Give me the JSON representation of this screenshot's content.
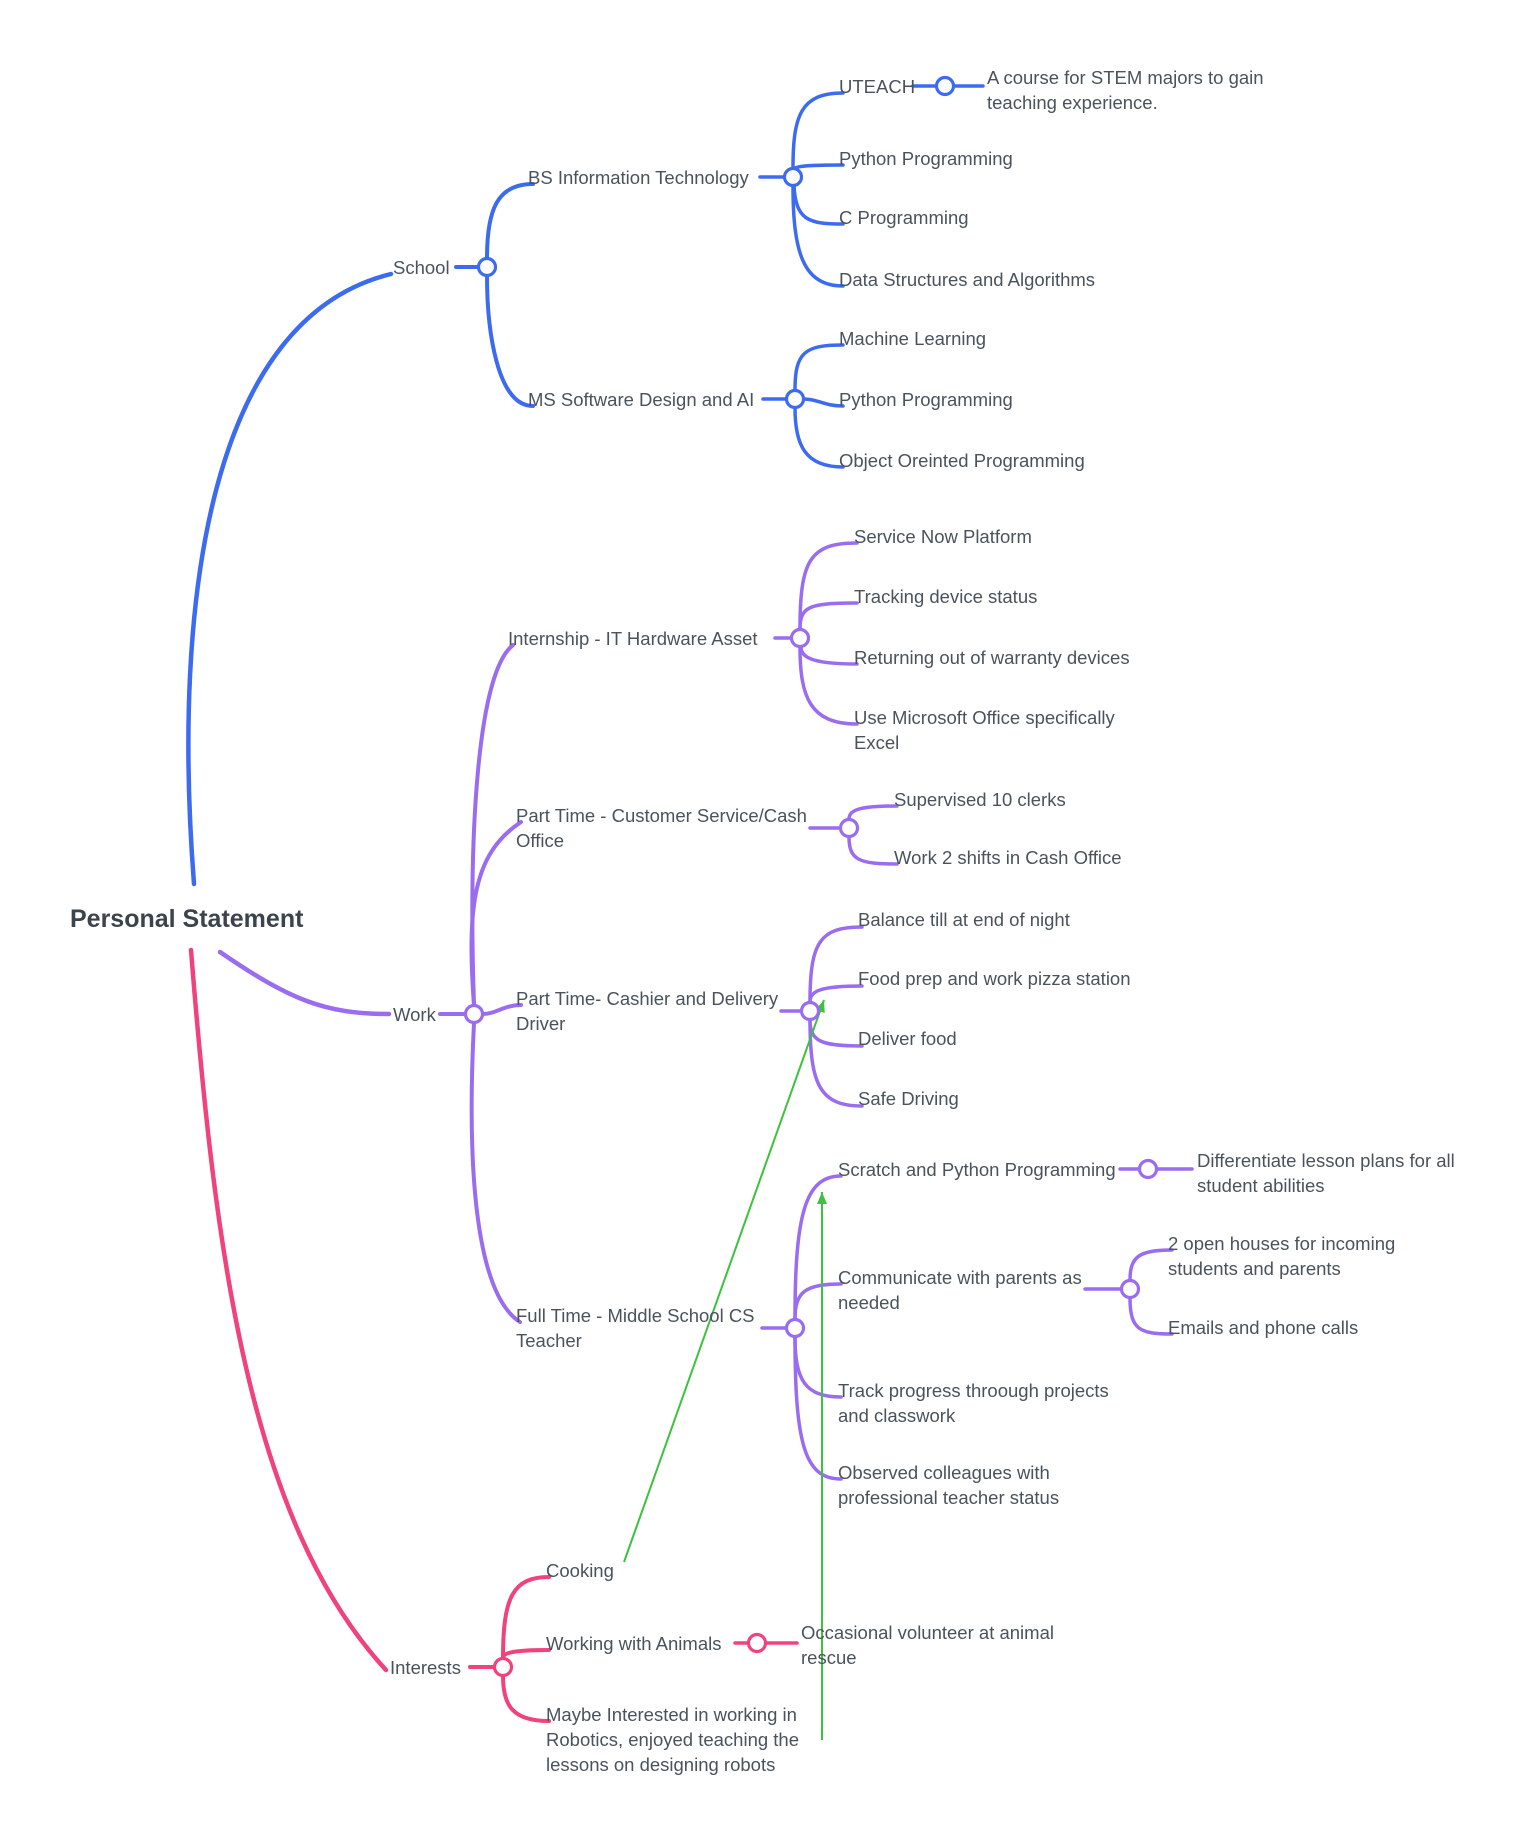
{
  "root": {
    "label": "Personal Statement"
  },
  "colors": {
    "school_branch": "#3d6bf0",
    "work_branch": "#9a6cf0",
    "interests_branch": "#f0437c",
    "cross_link_arrow": "#3cc23c",
    "node_text": "#4a535c",
    "root_text": "#3b434d"
  },
  "school": {
    "label": "School",
    "children": [
      {
        "label": "BS Information Technology",
        "children": [
          {
            "label": "UTEACH",
            "note": "A course for STEM majors to gain teaching experience."
          },
          {
            "label": "Python Programming"
          },
          {
            "label": "C Programming"
          },
          {
            "label": "Data Structures and Algorithms"
          }
        ]
      },
      {
        "label": "MS Software Design and AI",
        "children": [
          {
            "label": "Machine Learning"
          },
          {
            "label": "Python Programming"
          },
          {
            "label": "Object Oreinted Programming"
          }
        ]
      }
    ]
  },
  "work": {
    "label": "Work",
    "children": [
      {
        "label": "Internship - IT Hardware Asset",
        "children": [
          {
            "label": "Service Now Platform"
          },
          {
            "label": "Tracking device status"
          },
          {
            "label": "Returning out of warranty devices"
          },
          {
            "label": "Use Microsoft Office specifically Excel"
          }
        ]
      },
      {
        "label": "Part Time - Customer Service/Cash Office",
        "children": [
          {
            "label": "Supervised 10 clerks"
          },
          {
            "label": "Work 2 shifts in Cash Office"
          }
        ]
      },
      {
        "label": "Part Time- Cashier and Delivery Driver",
        "children": [
          {
            "label": "Balance till at end of night"
          },
          {
            "label": "Food prep and work pizza station"
          },
          {
            "label": "Deliver food"
          },
          {
            "label": "Safe Driving"
          }
        ]
      },
      {
        "label": "Full Time - Middle School CS Teacher",
        "children": [
          {
            "label": "Scratch and Python Programming",
            "note": "Differentiate lesson plans for all student abilities"
          },
          {
            "label": "Communicate with parents as needed",
            "children": [
              {
                "label": "2 open houses for incoming students and parents"
              },
              {
                "label": "Emails and phone calls"
              }
            ]
          },
          {
            "label": "Track progress throough projects and classwork"
          },
          {
            "label": "Observed colleagues with professional teacher status"
          }
        ]
      }
    ]
  },
  "interests": {
    "label": "Interests",
    "children": [
      {
        "label": "Cooking"
      },
      {
        "label": "Working with Animals",
        "note": "Occasional volunteer at animal rescue"
      },
      {
        "label": "Maybe Interested in working in Robotics, enjoyed teaching the lessons on designing robots"
      }
    ]
  },
  "cross_links": [
    {
      "from": "Cooking",
      "to": "Food prep and work pizza station"
    },
    {
      "from": "Occasional volunteer at animal rescue",
      "to": "Scratch and Python Programming"
    }
  ]
}
